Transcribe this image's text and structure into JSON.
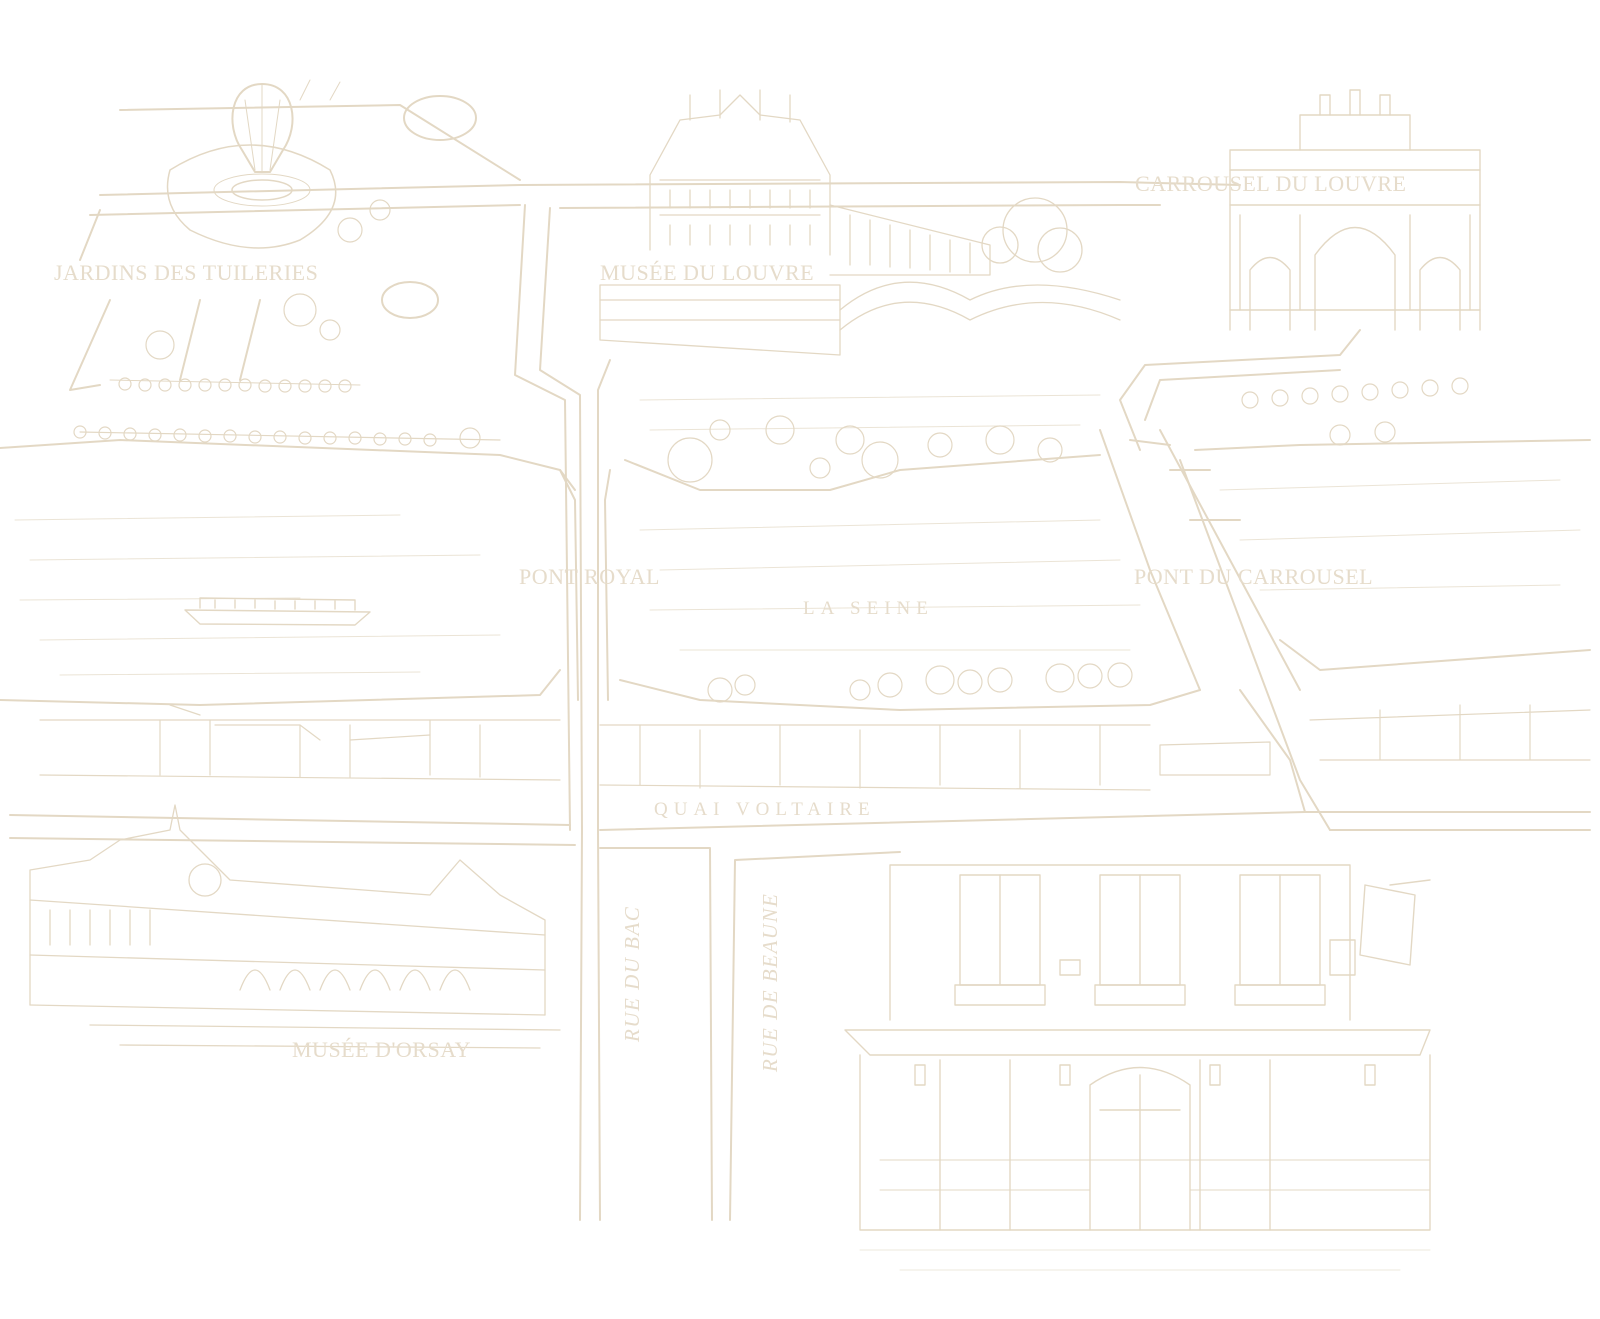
{
  "map": {
    "style": "pencil sketch map",
    "colors": {
      "ink": "#e3d8c4",
      "label": "#e6dccb",
      "background": "#ffffff"
    },
    "labels": {
      "tuileries": "JARDINS DES TUILERIES",
      "louvre": "MUSÉE DU LOUVRE",
      "carrousel_louvre": "CARROUSEL DU LOUVRE",
      "pont_royal": "PONT ROYAL",
      "la_seine": "LA SEINE",
      "pont_carrousel": "PONT DU CARROUSEL",
      "quai_voltaire": "QUAI VOLTAIRE",
      "orsay": "MUSÉE D'ORSAY",
      "rue_du_bac": "RUE DU BAC",
      "rue_de_beaune": "RUE DE BEAUNE"
    },
    "illustrations": [
      "hot-air-balloon-icon",
      "louvre-palace-icon",
      "arc-du-carrousel-icon",
      "tour-boat-icon",
      "musee-orsay-icon",
      "restaurant-facade-icon"
    ]
  }
}
